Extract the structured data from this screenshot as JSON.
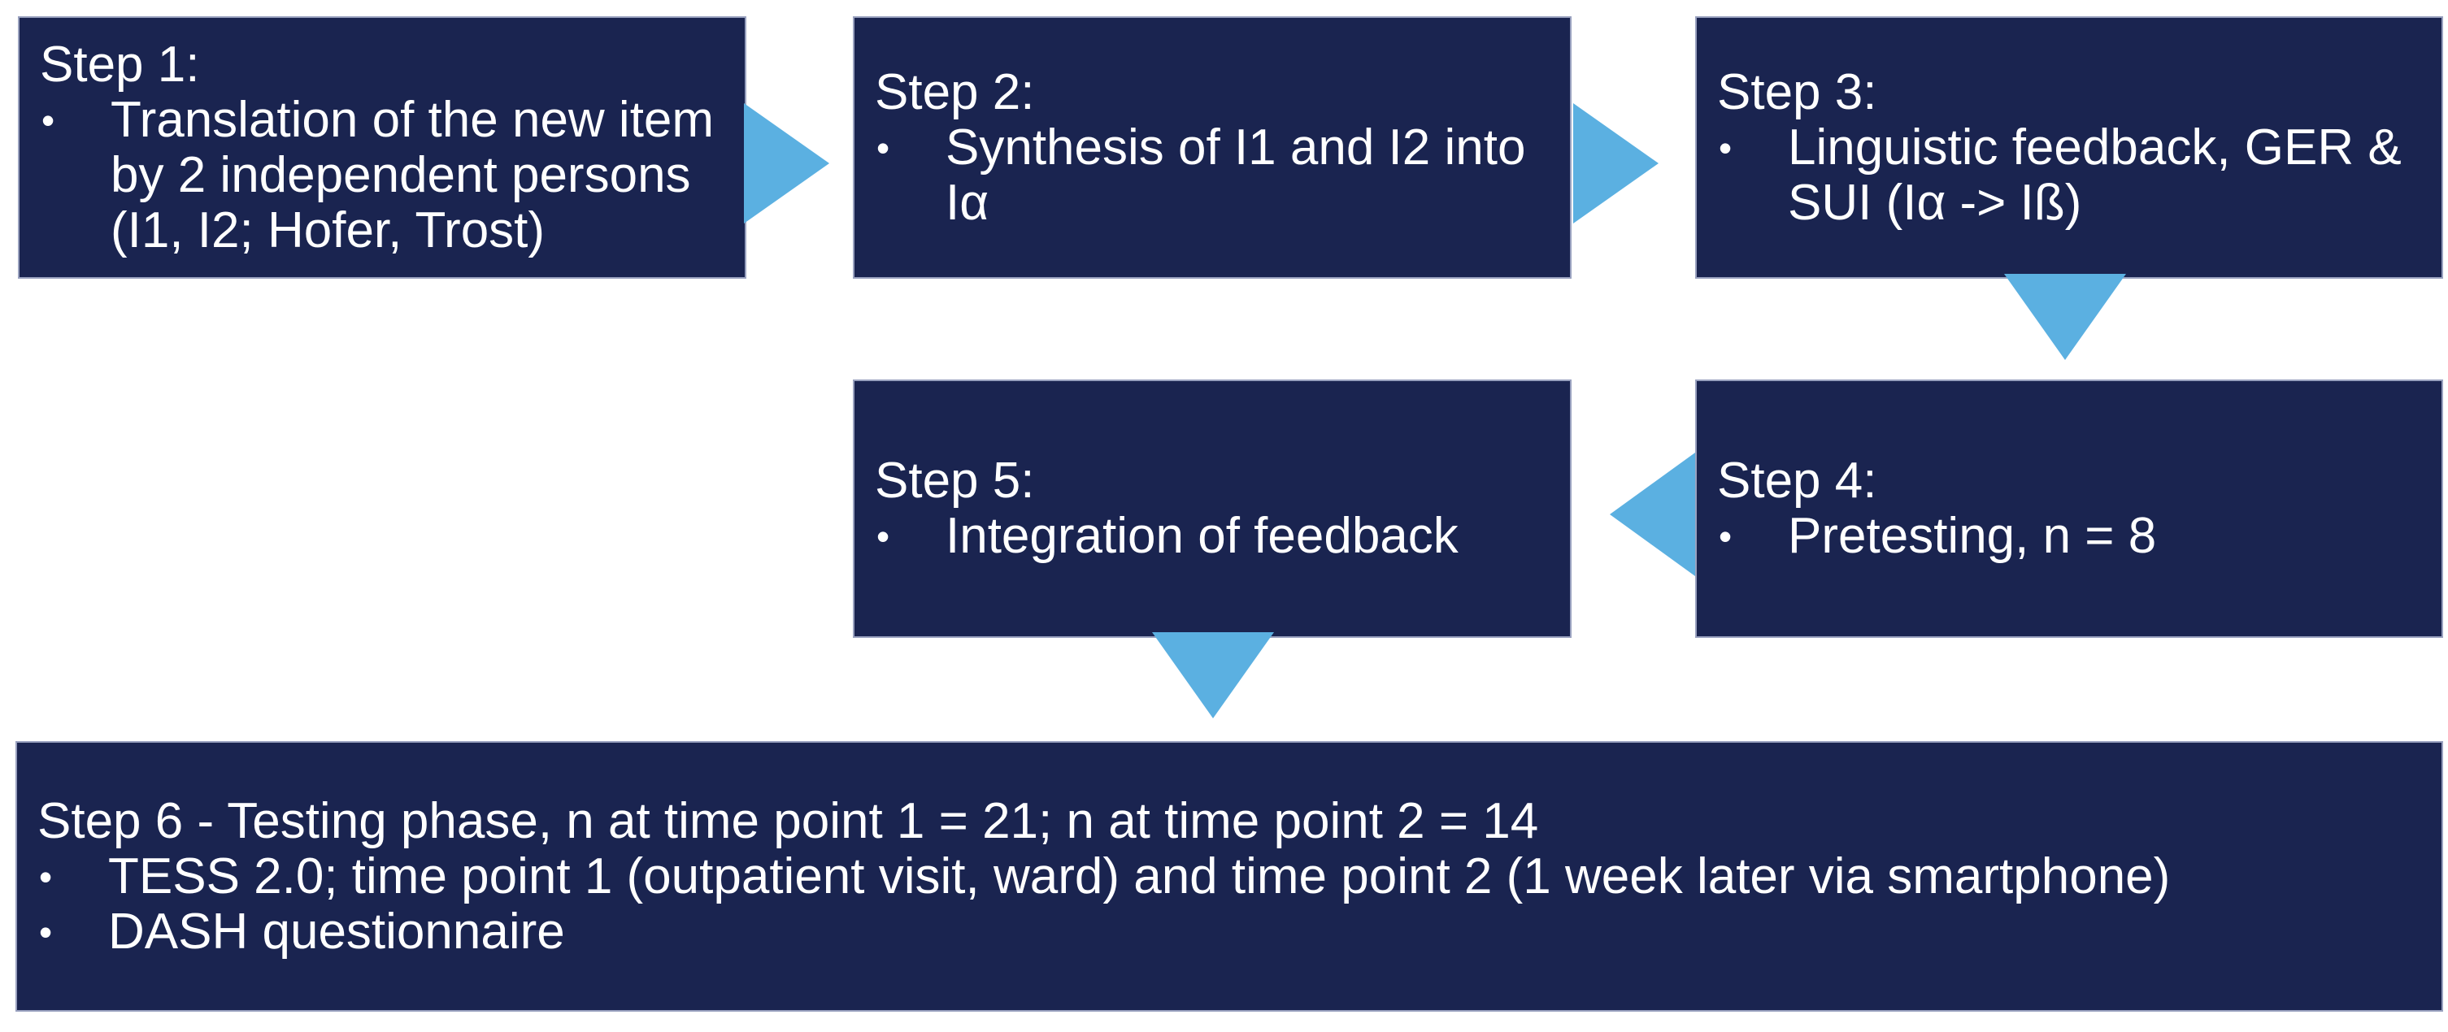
{
  "colors": {
    "box-fill": "#1A2450",
    "box-border": "#99A1BF",
    "arrow": "#5BB0E1",
    "text": "#FFFFFF",
    "bg": "#FFFFFF"
  },
  "bullet_glyph": "•",
  "steps": [
    {
      "label": "step-1",
      "title": "Step 1:",
      "bullets": [
        {
          "lines": [
            "Translation of the new item",
            "by 2 independent persons",
            "(I1, I2; Hofer, Trost)"
          ]
        }
      ]
    },
    {
      "label": "step-2",
      "title": "Step 2:",
      "bullets": [
        {
          "lines": [
            "Synthesis of I1 and I2 into",
            "Iα"
          ]
        }
      ]
    },
    {
      "label": "step-3",
      "title": "Step 3:",
      "bullets": [
        {
          "lines": [
            "Linguistic feedback, GER &",
            "SUI (Iα -> Iß)"
          ]
        }
      ]
    },
    {
      "label": "step-4",
      "title": "Step 4:",
      "bullets": [
        {
          "lines": [
            "Pretesting, n = 8"
          ]
        }
      ]
    },
    {
      "label": "step-5",
      "title": "Step 5:",
      "bullets": [
        {
          "lines": [
            "Integration of feedback"
          ]
        }
      ]
    },
    {
      "label": "step-6",
      "title": "Step 6 - Testing phase, n at time point 1 = 21; n at time point 2 = 14",
      "bullets": [
        {
          "lines": [
            "TESS 2.0; time point 1 (outpatient visit, ward) and time point 2 (1 week later via smartphone)"
          ]
        },
        {
          "lines": [
            "DASH questionnaire"
          ]
        }
      ]
    }
  ],
  "connections": [
    {
      "from": "step-1",
      "to": "step-2",
      "direction": "right"
    },
    {
      "from": "step-2",
      "to": "step-3",
      "direction": "right"
    },
    {
      "from": "step-3",
      "to": "step-4",
      "direction": "down"
    },
    {
      "from": "step-4",
      "to": "step-5",
      "direction": "left"
    },
    {
      "from": "step-5",
      "to": "step-6",
      "direction": "down"
    }
  ]
}
